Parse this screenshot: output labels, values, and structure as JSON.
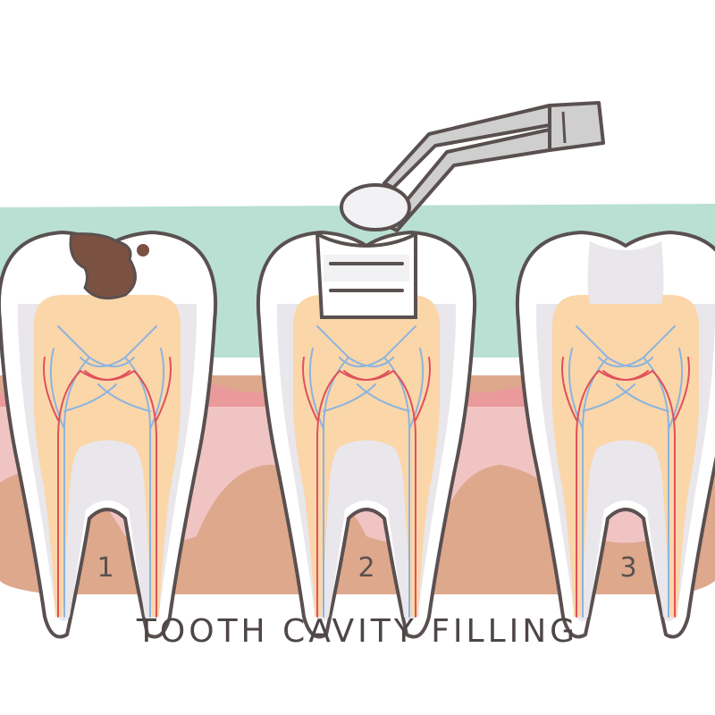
{
  "diagram": {
    "title": "TOOTH CAVITY FILLING",
    "steps": [
      {
        "number": "1"
      },
      {
        "number": "2"
      },
      {
        "number": "3"
      }
    ]
  },
  "colors": {
    "gum_background": "#b9e0d3",
    "gum_pink": "#f1c4c4",
    "gum_red": "#eb9a9c",
    "bone": "#dea88d",
    "enamel": "#ffffff",
    "dentin": "#e9e7eb",
    "pulp": "#fbd6a9",
    "nerve_red": "#e0505a",
    "nerve_blue": "#8cb4de",
    "cavity": "#7b5142",
    "filling": "#f2f2f4",
    "tool": "#cfcfcf",
    "outline": "#5a5050"
  },
  "icons": [
    "decayed-tooth-icon",
    "drilled-tooth-icon",
    "filled-tooth-icon",
    "dental-tweezers-icon",
    "filling-material-icon"
  ]
}
